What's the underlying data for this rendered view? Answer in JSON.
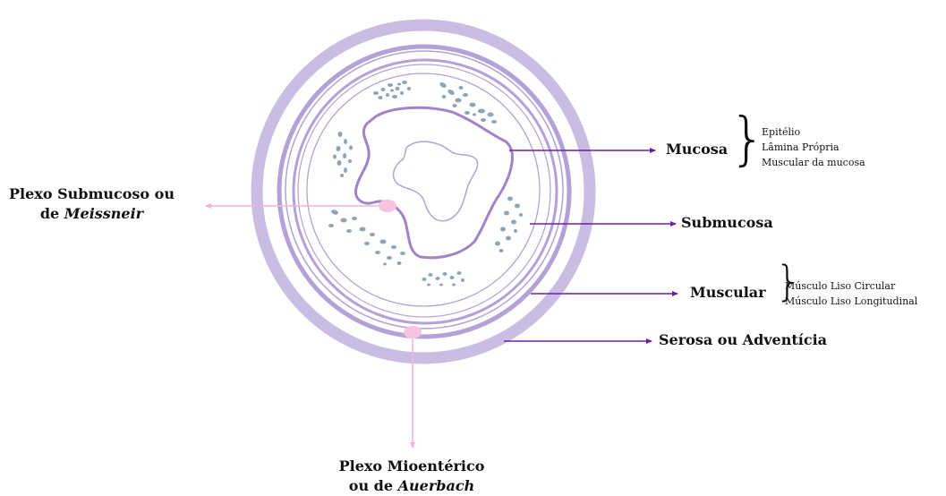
{
  "colors": {
    "outer_ring": "#c9bde3",
    "ring_lines": "#b3a2d8",
    "mucosa_line": "#a184c7",
    "cells": "#8ea4b7",
    "arrow_purple": "#6a1fa6",
    "arrow_pink": "#f2b3d6",
    "ganglion": "#f7c3e1"
  },
  "layers": {
    "mucosa": {
      "label": "Mucosa",
      "sublayers": [
        "Epitélio",
        "Lâmina Própria",
        "Muscular da mucosa"
      ]
    },
    "submucosa": {
      "label": "Submucosa"
    },
    "muscular": {
      "label": "Muscular",
      "sublayers": [
        "Músculo Liso Circular",
        "Músculo Liso Longitudinal"
      ]
    },
    "serosa": {
      "label": "Serosa ou Adventícia"
    }
  },
  "plexo_submucoso": {
    "line1": "Plexo Submucoso ou",
    "line2_prefix": "de ",
    "line2_italic": "Meissneir"
  },
  "plexo_mioenterico": {
    "line1": "Plexo Mioentérico",
    "line2_prefix": "ou de ",
    "line2_italic": "Auerbach"
  }
}
